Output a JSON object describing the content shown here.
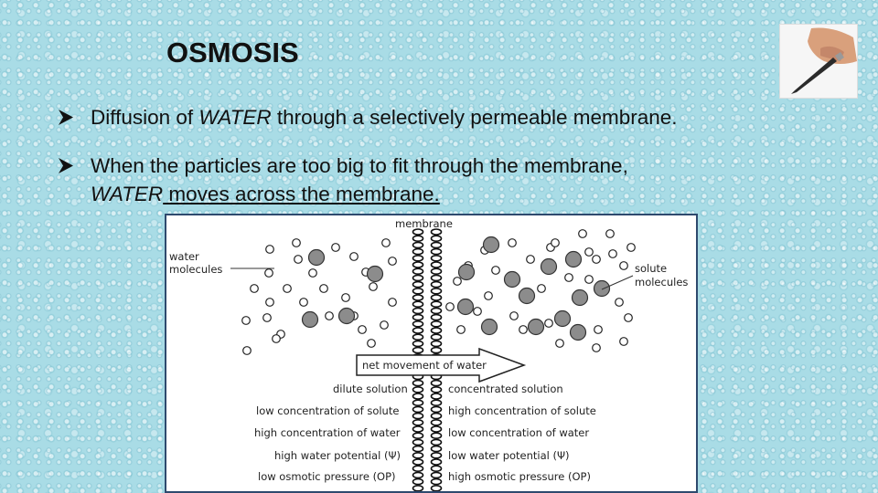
{
  "slide": {
    "title": "OSMOSIS",
    "bullets": [
      {
        "before": "Diffusion of ",
        "emphasis": "WATER",
        "after": " through a selectively permeable membrane."
      },
      {
        "line1": "When the particles are too big to fit through the membrane,",
        "emphasis": "WATER",
        "after": " moves across the membrane. "
      }
    ],
    "pen_image": "hand-holding-pen-icon"
  },
  "diagram": {
    "membrane_label": "membrane",
    "water_label_1": "water",
    "water_label_2": "molecules",
    "solute_label_1": "solute",
    "solute_label_2": "molecules",
    "arrow_label": "net movement of water",
    "left": {
      "title": "dilute solution",
      "row1": "low concentration of solute",
      "row2": "high concentration of water",
      "row3": "high water potential (Ψ)",
      "row4": "low osmotic pressure (OP)"
    },
    "right": {
      "title": "concentrated solution",
      "row1": "high concentration of solute",
      "row2": "low concentration of water",
      "row3": "low water potential (Ψ)",
      "row4": "high osmotic pressure (OP)"
    },
    "colors": {
      "solute": "#8c8c8c",
      "water": "#ffffff",
      "frame": "#2e4a6e"
    }
  }
}
